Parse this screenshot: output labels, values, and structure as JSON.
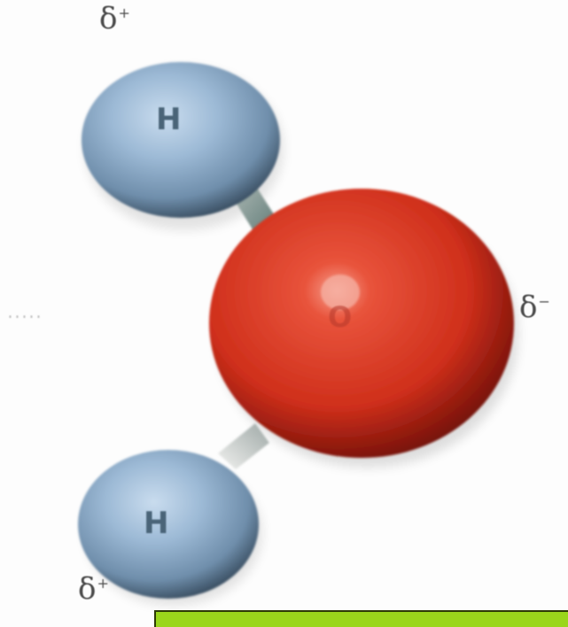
{
  "molecule": {
    "charges": {
      "h_top": "δ",
      "h_top_sign": "+",
      "oxygen": "δ",
      "oxygen_sign": "−",
      "h_bottom": "δ",
      "h_bottom_sign": "+"
    },
    "atoms": {
      "h_top": "H",
      "h_bottom": "H",
      "oxygen": "O"
    },
    "hbond": "....."
  },
  "colors": {
    "hydrogen": "#8fb2d4",
    "hydrogen_dark": "#1d2c3a",
    "oxygen": "#e0412a",
    "oxygen_dark": "#4a0c06",
    "bond": "#6f8d8a",
    "caption_bar": "#9ad61b"
  }
}
